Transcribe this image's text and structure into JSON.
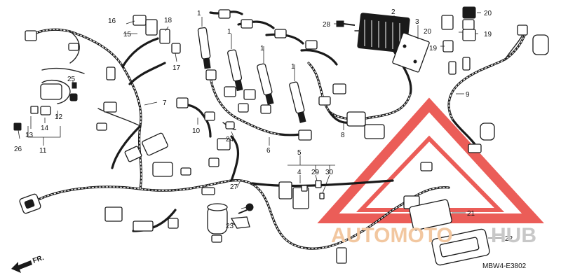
{
  "diagram_code": "MBW4-E3802",
  "direction_label": "FR.",
  "watermark": {
    "text_part1": "AUTOMOTO",
    "text_part2": "HUB",
    "color_part1": "#f2c7a0",
    "color_part2": "#c8c8c8",
    "triangle_color": "#e8413c"
  },
  "callouts": [
    "1",
    "1",
    "1",
    "1",
    "2",
    "3",
    "4",
    "5",
    "6",
    "7",
    "8",
    "9",
    "10",
    "11",
    "12",
    "13",
    "14",
    "15",
    "16",
    "17",
    "18",
    "19",
    "19",
    "20",
    "20",
    "21",
    "22",
    "23",
    "24",
    "25",
    "26",
    "27",
    "28",
    "29",
    "30"
  ],
  "colors": {
    "ink": "#1a1a1a",
    "background": "#ffffff"
  }
}
